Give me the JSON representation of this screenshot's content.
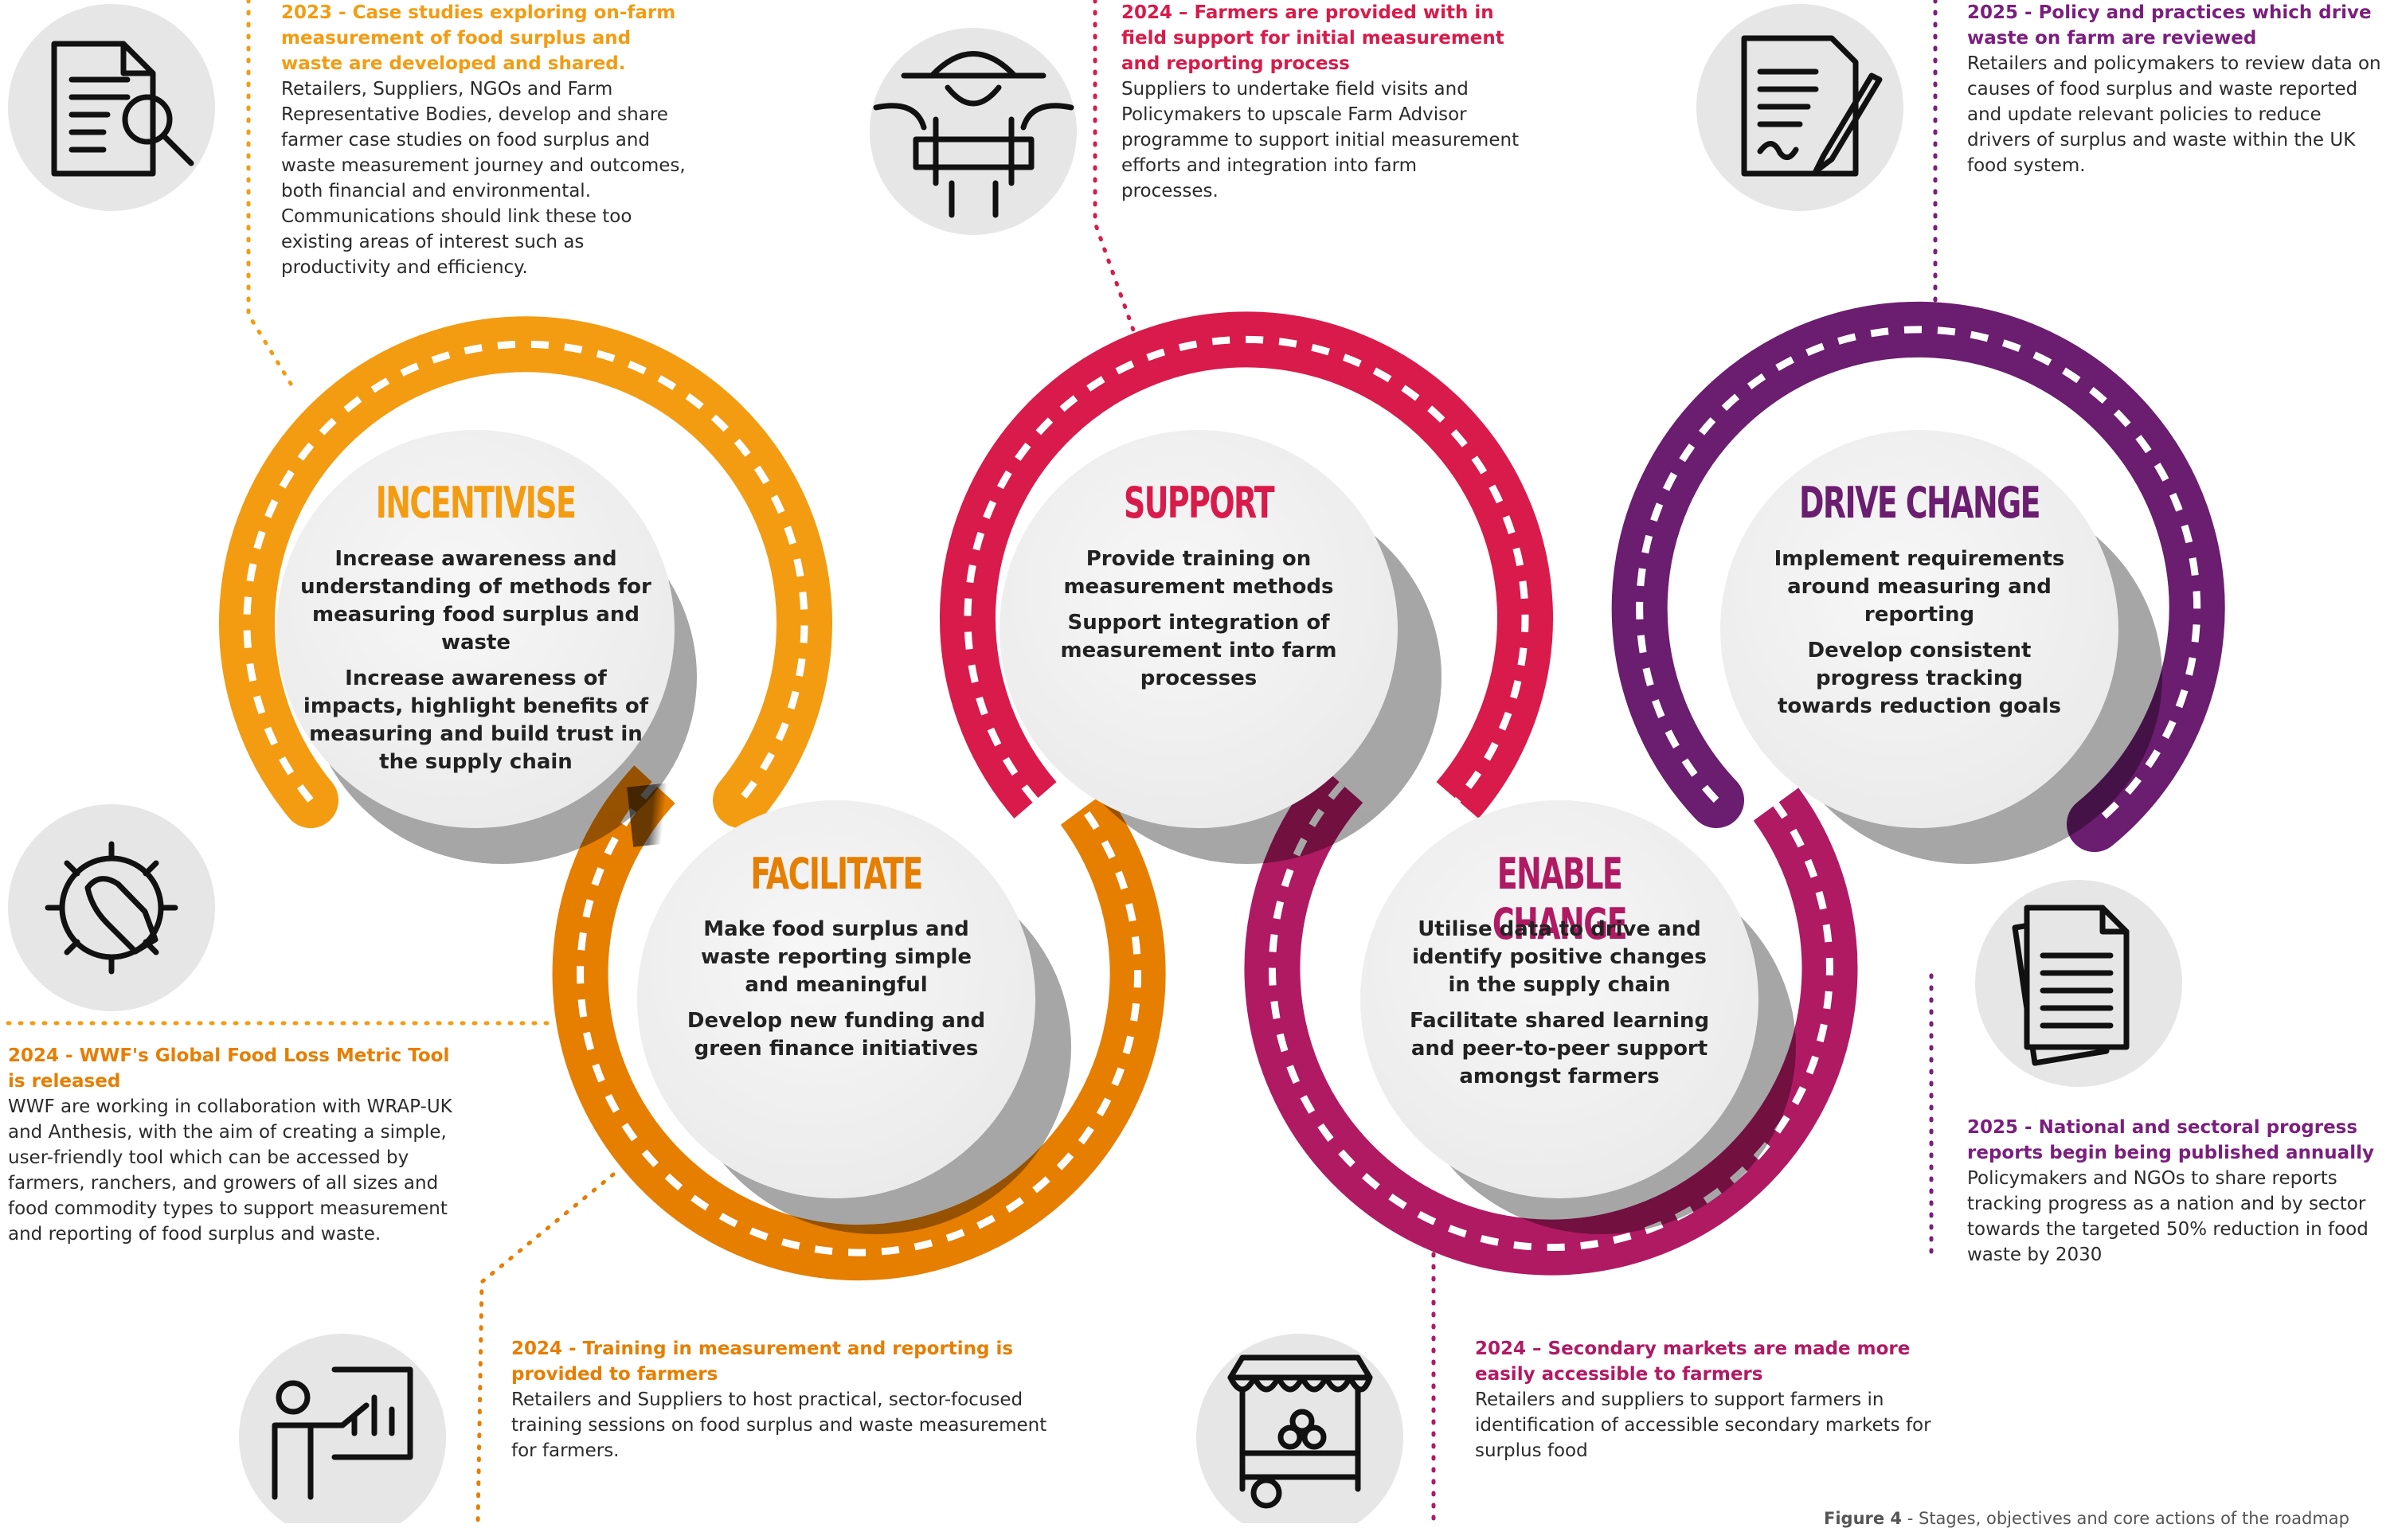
{
  "colors": {
    "incentivise": "#f39c12",
    "facilitate": "#e67e00",
    "support": "#d81b4a",
    "enable_change": "#b01a63",
    "drive_change": "#6b1d6f",
    "annotation_orange": "#f39c12",
    "annotation_orange_dark": "#e67e00",
    "annotation_pink": "#d81b4a",
    "annotation_magenta": "#b01a63",
    "annotation_purple": "#7a1f7e",
    "icon_circle": "#e6e6e6",
    "center_circle": "#f3f3f3"
  },
  "stages": {
    "incentivise": {
      "title": "INCENTIVISE",
      "objectives": [
        "Increase awareness and understanding of methods for measuring food surplus and waste",
        "Increase awareness of impacts, highlight benefits of measuring and build trust in the supply chain"
      ]
    },
    "facilitate": {
      "title": "FACILITATE",
      "objectives": [
        "Make food surplus and waste reporting simple and meaningful",
        "Develop new funding and green finance initiatives"
      ]
    },
    "support": {
      "title": "SUPPORT",
      "objectives": [
        "Provide training on measurement methods",
        "Support integration of measurement into farm processes"
      ]
    },
    "enable_change": {
      "title": "ENABLE CHANGE",
      "objectives": [
        "Utilise data to drive and identify positive changes in the supply chain",
        "Facilitate shared learning and peer-to-peer support amongst farmers"
      ]
    },
    "drive_change": {
      "title": "DRIVE CHANGE",
      "objectives": [
        "Implement requirements around measuring and reporting",
        "Develop consistent progress tracking towards reduction goals"
      ]
    }
  },
  "annotations": {
    "case_studies": {
      "title": "2023 - Case studies exploring on-farm measurement of food surplus and waste are developed and shared.",
      "body": "Retailers, Suppliers, NGOs and Farm Representative Bodies, develop and share farmer case studies on food surplus and waste measurement journey and outcomes, both financial and environmental. Communications should link these too existing areas of interest such as productivity and efficiency.",
      "icon": "document-search-icon"
    },
    "field_support": {
      "title": "2024 – Farmers are provided with in field support for initial measurement and reporting process",
      "body": "Suppliers to undertake field visits and Policymakers to upscale Farm Advisor programme to support initial measurement efforts and integration into farm processes.",
      "icon": "farmer-icon"
    },
    "policy_review": {
      "title": "2025 - Policy and practices which drive waste on farm are reviewed",
      "body": "Retailers and policymakers to review data on causes of food surplus and waste reported and update relevant policies to reduce drivers of surplus and waste within the UK food system.",
      "icon": "document-pen-icon"
    },
    "wwf_tool": {
      "title": "2024 - WWF's Global Food Loss Metric Tool is released",
      "body": "WWF are working in collaboration with WRAP-UK and Anthesis, with the aim of creating a simple, user-friendly tool which can be accessed by farmers, ranchers, and growers of all sizes and food commodity types to support measurement and reporting of food surplus and waste.",
      "icon": "gear-wrench-icon"
    },
    "training": {
      "title": "2024 - Training in measurement and reporting is provided to farmers",
      "body": "Retailers and Suppliers to host practical, sector-focused training sessions on food surplus and waste measurement for farmers.",
      "icon": "presentation-icon"
    },
    "secondary_markets": {
      "title": "2024 – Secondary markets are made more easily accessible to farmers",
      "body": "Retailers and suppliers to support farmers in identification of accessible secondary markets for surplus food",
      "icon": "market-stall-icon"
    },
    "progress_reports": {
      "title": "2025 - National and sectoral progress reports begin being published annually",
      "body": "Policymakers and NGOs to share reports tracking progress as a nation and by sector towards the targeted 50% reduction in food waste by 2030",
      "icon": "reports-icon"
    }
  },
  "caption": {
    "label": "Figure 4",
    "text": " - Stages, objectives and core actions of the roadmap"
  }
}
